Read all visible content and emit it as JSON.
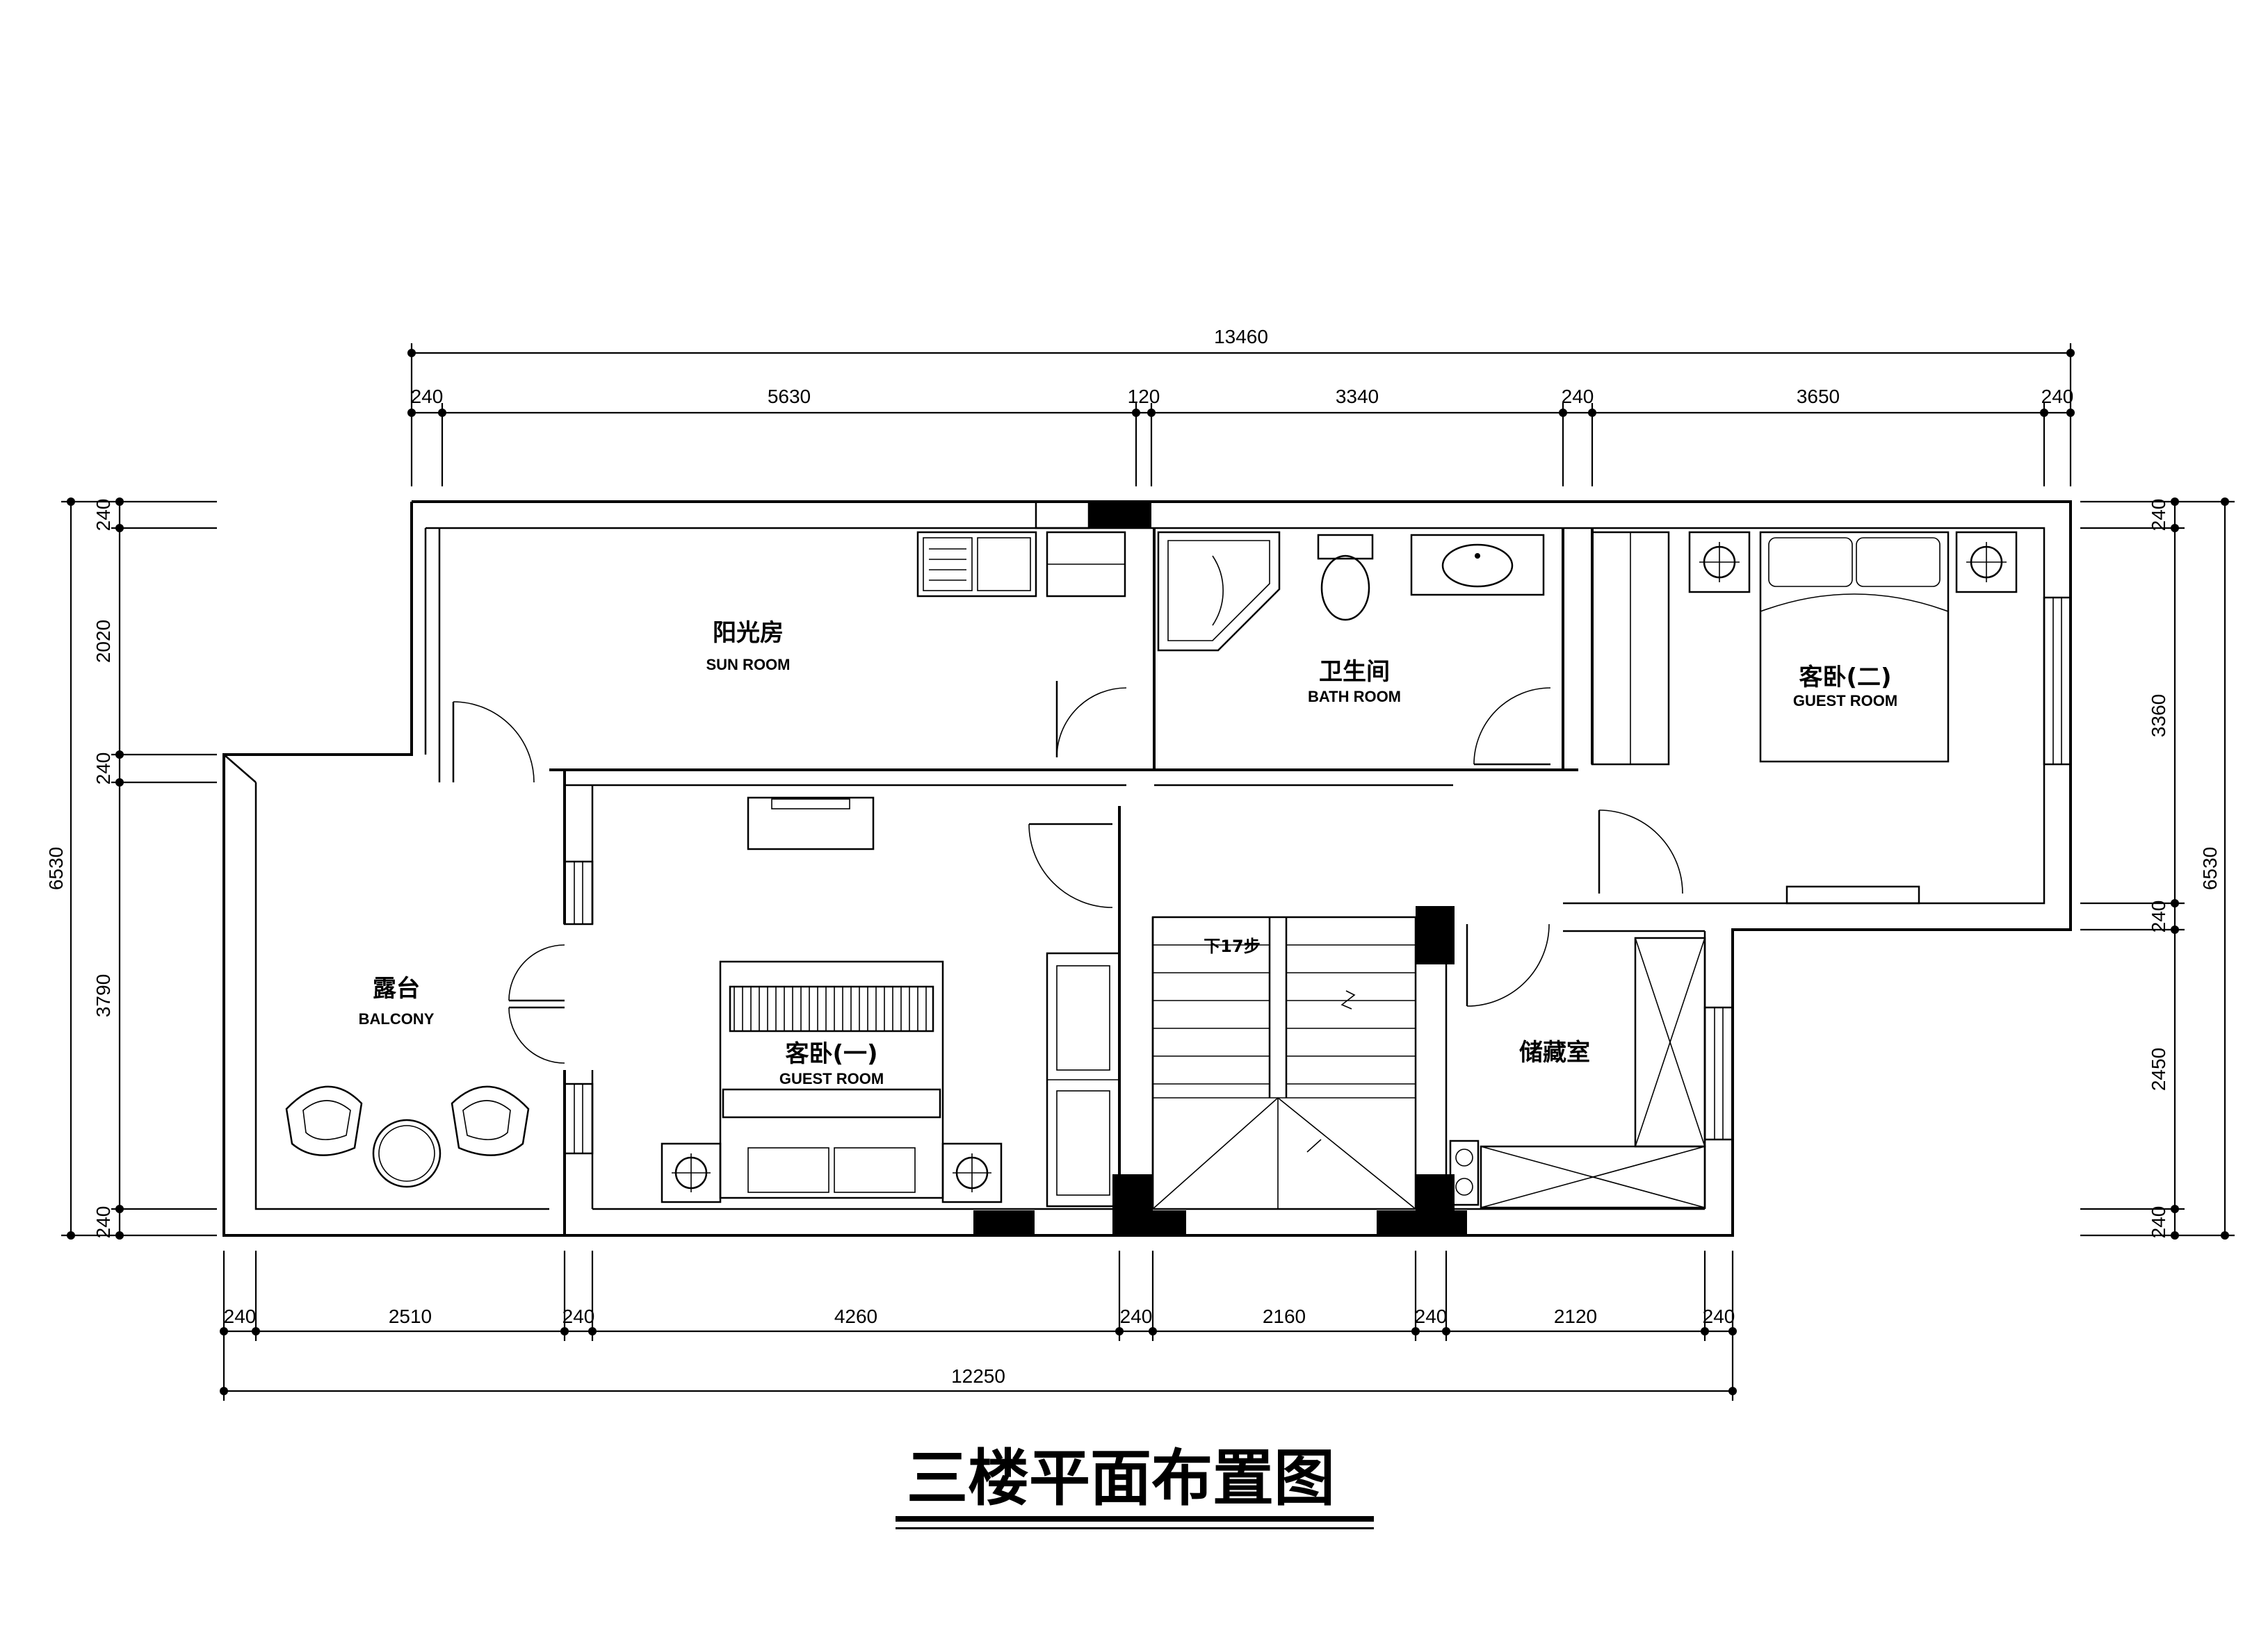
{
  "title": "三楼平面布置图",
  "rooms": {
    "sun_room": {
      "cn": "阳光房",
      "en": "SUN ROOM"
    },
    "bath_room": {
      "cn": "卫生间",
      "en": "BATH ROOM"
    },
    "guest_room_2": {
      "cn": "客卧(二)",
      "en": "GUEST ROOM"
    },
    "guest_room_1": {
      "cn": "客卧(一)",
      "en": "GUEST ROOM"
    },
    "balcony": {
      "cn": "露台",
      "en": "BALCONY"
    },
    "storage": {
      "cn": "储藏室"
    }
  },
  "stair_note": "下17步",
  "dimensions": {
    "top_total": "13460",
    "top": [
      "240",
      "5630",
      "120",
      "3340",
      "240",
      "3650",
      "240"
    ],
    "bottom_total": "12250",
    "bottom": [
      "240",
      "2510",
      "240",
      "4260",
      "240",
      "2160",
      "240",
      "2120",
      "240"
    ],
    "left_total": "6530",
    "left": [
      "240",
      "2020",
      "240",
      "3790",
      "240"
    ],
    "right_total": "6530",
    "right": [
      "240",
      "3360",
      "240",
      "2450",
      "240"
    ]
  }
}
